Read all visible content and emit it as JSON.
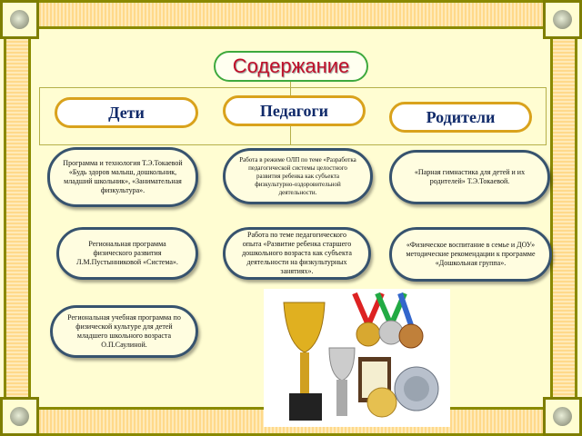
{
  "title": "Содержание",
  "categories": [
    "Дети",
    "Педагоги",
    "Родители"
  ],
  "items": {
    "children_1": "Программа и технология Т.Э.Токаевой «Будь здоров малыш, дошкольник, младший школьник», «Занимательная физкультура».",
    "children_2": "Региональная программа физического развития Л.М.Пустынниковой «Система».",
    "children_3": "Региональная учебная программа по физической культуре для детей младшего школьного возраста О.П.Саулиной.",
    "teachers_1": "Работа в режиме ОЛП по теме «Разработка педагогической системы целостного развития ребенка как субъекта физкультурно-оздоровительной деятельности.",
    "teachers_2": "Работа по теме педагогического опыта «Развитие ребенка старшего дошкольного возраста как субъекта деятельности на физкультурных занятиях».",
    "parents_1": "«Парная гимнастика для детей и их родителей» Т.Э.Токаевой.",
    "parents_2": "«Физическое воспитание в семье и ДОУ» методические рекомендации к программе «Дошкольная группа»."
  }
}
